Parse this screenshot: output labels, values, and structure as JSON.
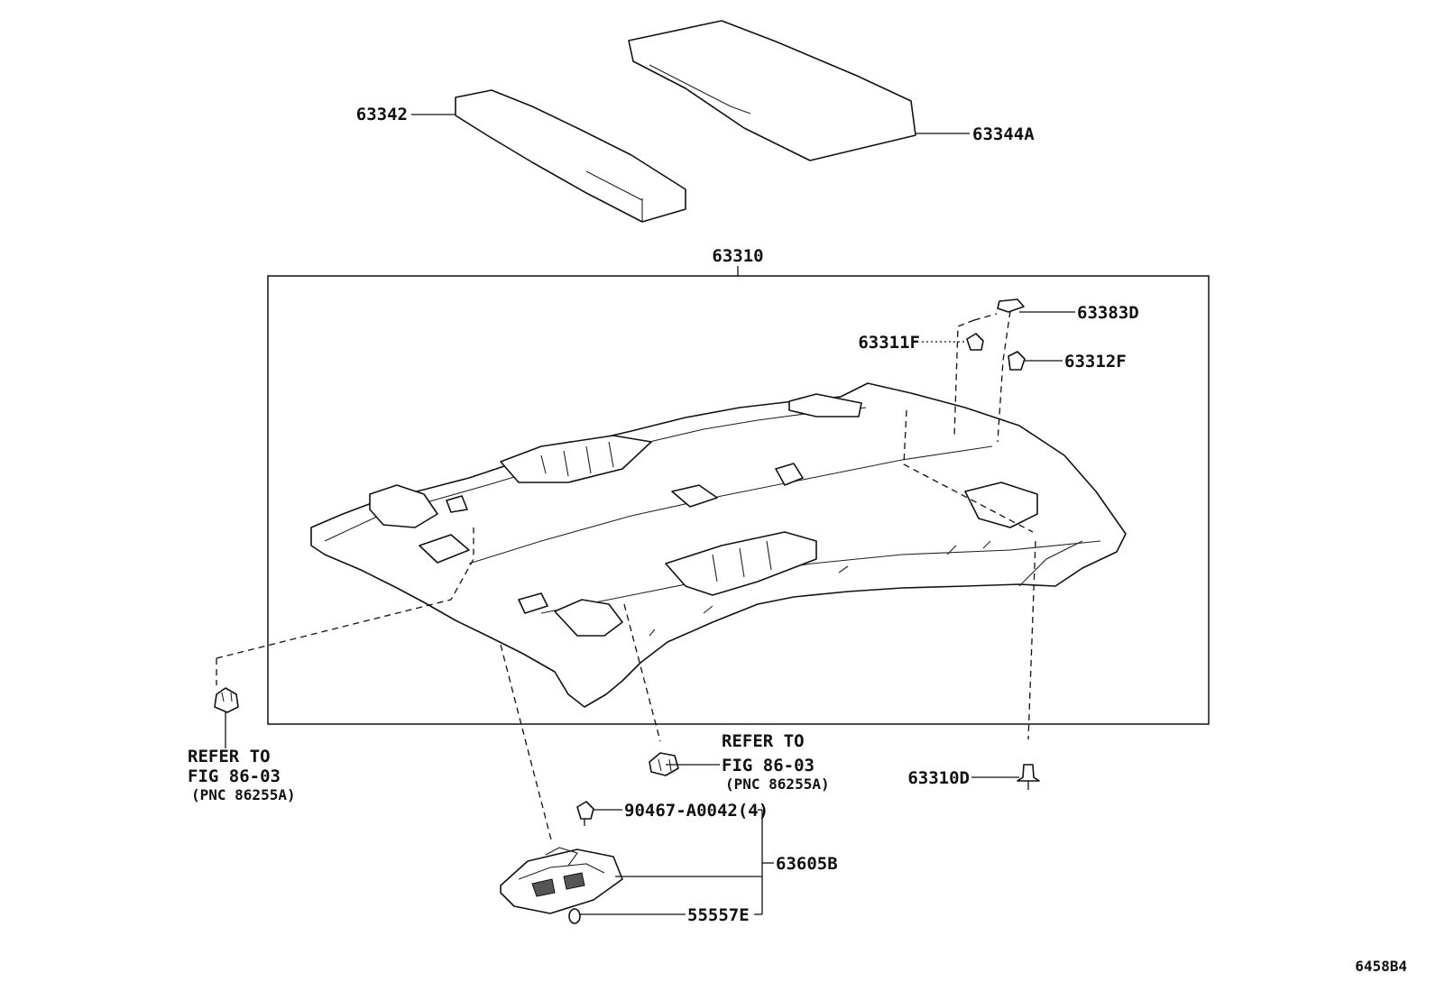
{
  "diagram_id": "6458B4",
  "frame_label": "63310",
  "labels": {
    "pad_front": "63342",
    "pad_rear": "63344A",
    "clip_63383d": "63383D",
    "clip_63311f": "63311F",
    "clip_63312f": "63312F",
    "clip_63310d": "63310D",
    "screw": "90467-A0042(4)",
    "lamp_assy": "63605B",
    "bulb": "55557E"
  },
  "refer_left": {
    "line1": "REFER TO",
    "line2": "FIG 86-03",
    "line3": "(PNC 86255A)"
  },
  "refer_center": {
    "line1": "REFER TO",
    "line2": "FIG 86-03",
    "line3": "(PNC 86255A)"
  }
}
